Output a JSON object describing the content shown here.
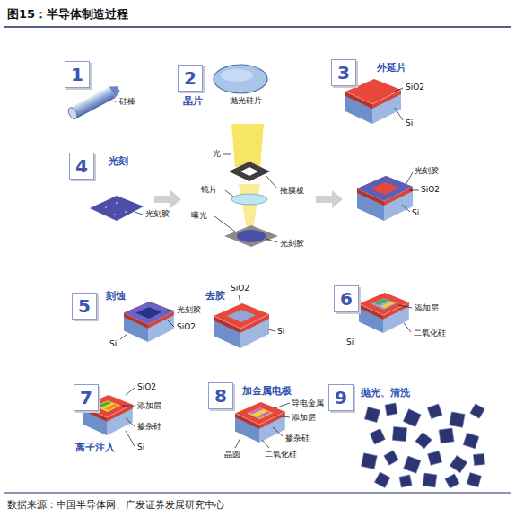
{
  "diagram": {
    "title": "图15：半导体制造过程",
    "caption": "数据来源：中国半导体网、广发证券发展研究中心",
    "nodes": [
      {
        "text": [
          "1"
        ]
      },
      {
        "text": [
          "2"
        ]
      },
      {
        "text": [
          "3"
        ]
      },
      {
        "text": [
          "4"
        ]
      },
      {
        "text": [
          "5"
        ]
      },
      {
        "text": [
          "6"
        ]
      },
      {
        "text": [
          "7"
        ]
      },
      {
        "text": [
          "8"
        ]
      },
      {
        "text": [
          "9"
        ]
      }
    ],
    "labels": [
      "硅棒",
      "晶片",
      "抛光硅片",
      "外延片",
      "SiO2",
      "Si",
      "光刻",
      "光",
      "镜片",
      "掩膜板",
      "光刻胶",
      "曝光",
      "光刻胶",
      "光刻胶",
      "SiO2",
      "Si",
      "刻蚀",
      "去胶",
      "SiO2",
      "光刻胶",
      "SiO2",
      "Si",
      "Si",
      "添加层",
      "二氧化硅",
      "Si",
      "SiO2",
      "添加层",
      "掺杂硅",
      "离子注入",
      "Si",
      "加金属电极",
      "导电金属",
      "添加层",
      "掺杂硅",
      "晶圆",
      "二氧化硅",
      "抛光、清洗"
    ]
  }
}
